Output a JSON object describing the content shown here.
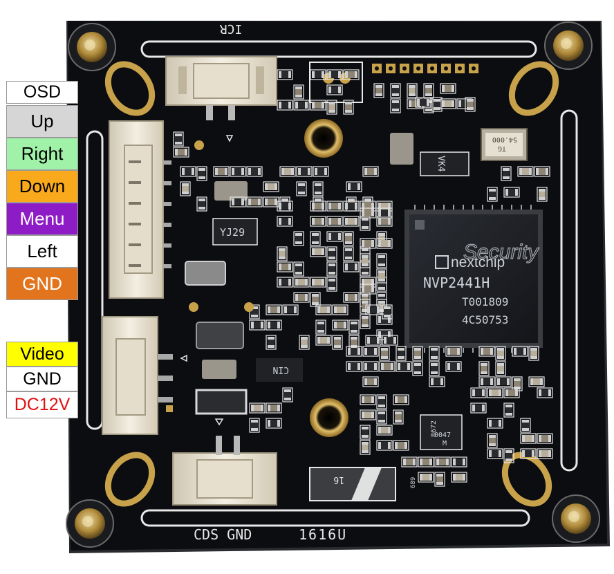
{
  "labels": {
    "osd": "OSD",
    "up": "Up",
    "right": "Right",
    "down": "Down",
    "menu": "Menu",
    "left": "Left",
    "gnd1": "GND",
    "video": "Video",
    "gnd2": "GND",
    "dc12v": "DC12V"
  },
  "board": {
    "icr": "ICR",
    "cds_gnd": "CDS GND",
    "model": "1616U",
    "main_chip": {
      "brand": "nextchip",
      "part": "NVP2441H",
      "line1": "T001809",
      "line2": "4C50753"
    },
    "chip_yj29": "YJ29",
    "chip_vk4": "VK4",
    "chip_cin": "CIN",
    "chip_8672": "8672",
    "chip_0047": "0047",
    "chip_m": "M",
    "chip_689": "689",
    "crystal": "54.000",
    "crystal_tg": "TG",
    "inductor": "16",
    "watermark": "Security"
  },
  "colors": {
    "pcb": "#0c0d10",
    "silkscreen": "#e8e8e8",
    "gold": "#c8a24a",
    "connector": "#ece6d8",
    "chip": "#1c1e22"
  }
}
